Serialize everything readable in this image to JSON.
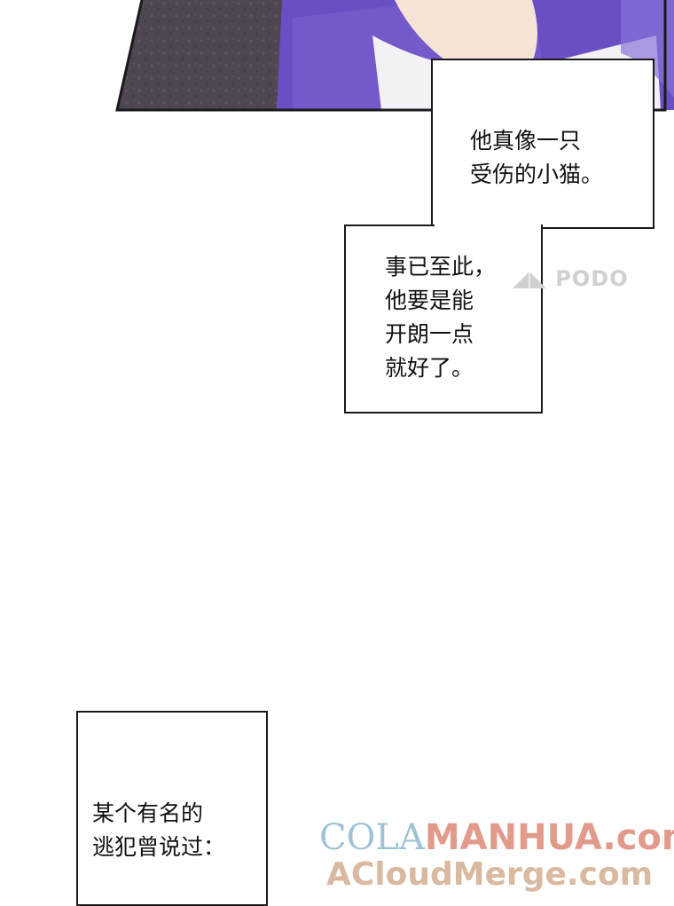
{
  "captions": [
    {
      "lines": [
        "他真像一只",
        "受伤的小猫。"
      ]
    },
    {
      "lines": [
        "事已至此，",
        "他要是能",
        "开朗一点",
        "就好了。"
      ]
    },
    {
      "lines": [
        "某个有名的",
        "逃犯曾说过："
      ]
    }
  ],
  "watermarks": {
    "podo": "PODO",
    "site_part1": "COLA",
    "site_part2": "MANHUA.com",
    "site_line2": "ACloudMerge.com"
  },
  "colors": {
    "background": "#ffffff",
    "border": "#1a1a1a",
    "panel_stone": "#4e4650",
    "panel_purple": "#6a4fc4",
    "skin": "#f6e3d6"
  }
}
